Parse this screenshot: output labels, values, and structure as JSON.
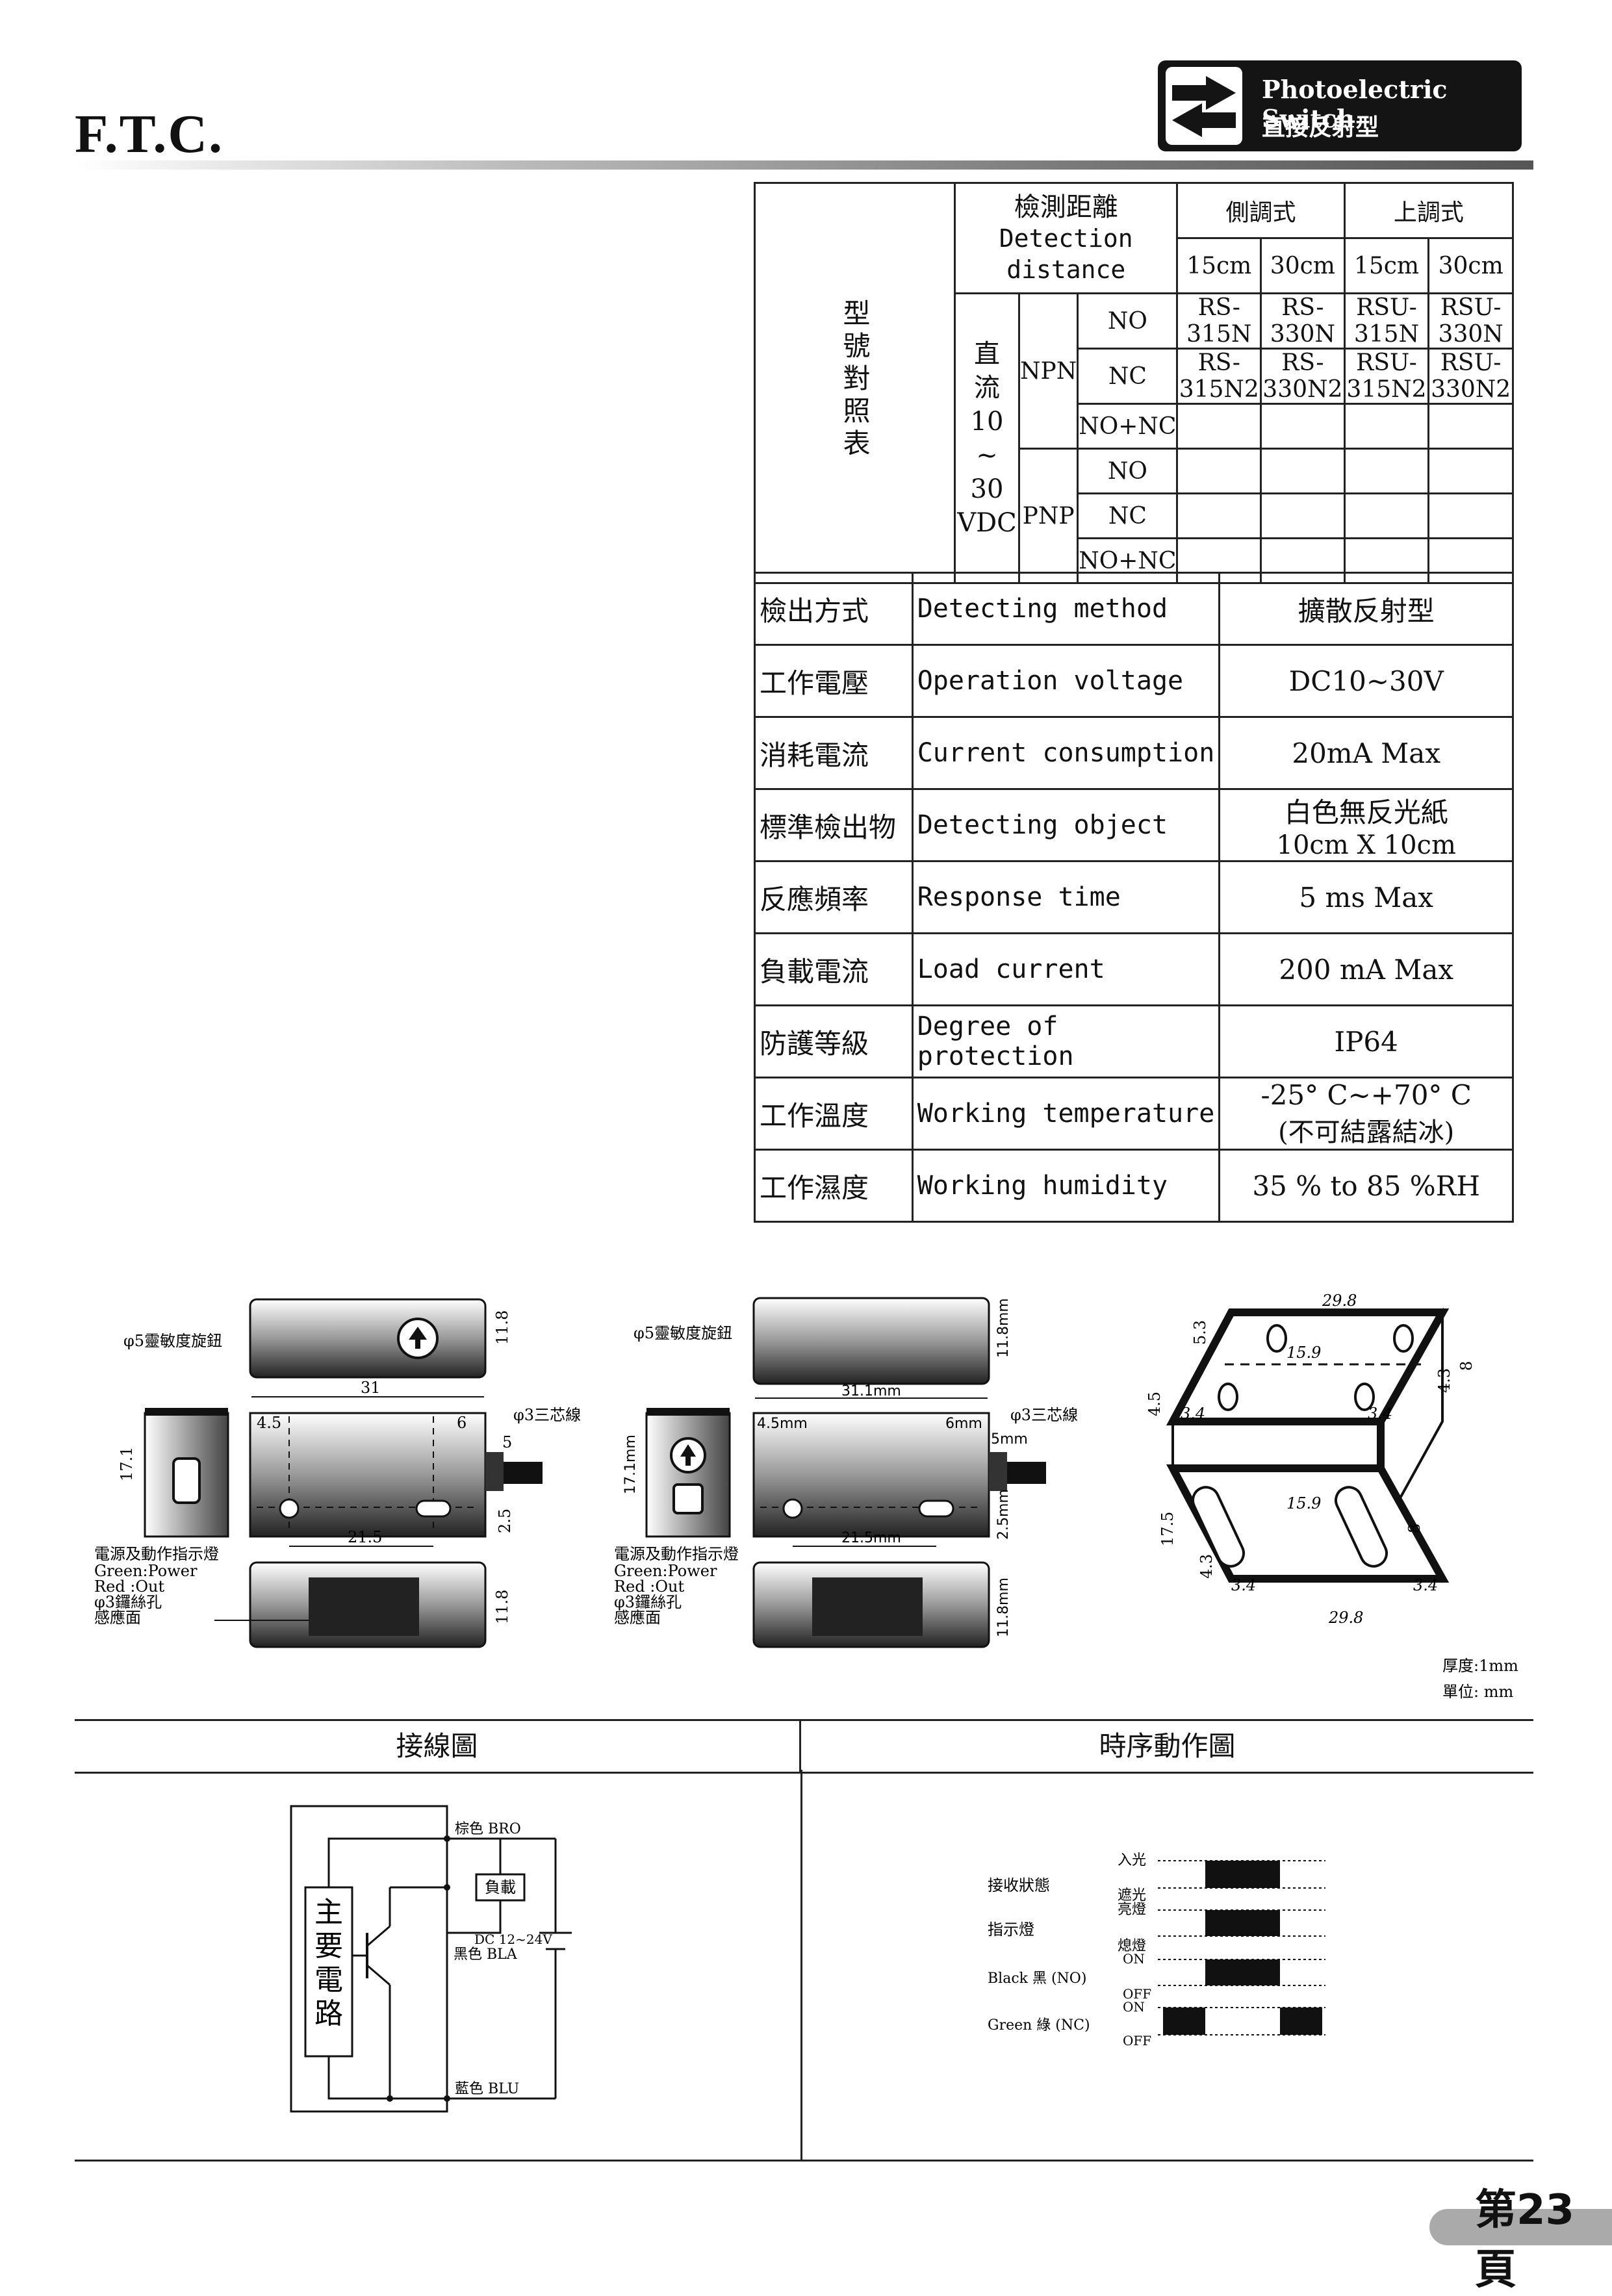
{
  "brand": "F.T.C.",
  "badge": {
    "line1": "Photoelectric Switch",
    "line2": "直接反射型"
  },
  "model_table": {
    "side_label": "型號對照表",
    "head_zh": "檢測距離",
    "head_en1": "Detection",
    "head_en2": "distance",
    "col_group1": "側調式",
    "col_group2": "上調式",
    "dist": [
      "15cm",
      "30cm",
      "15cm",
      "30cm"
    ],
    "power": [
      "直",
      "流",
      "10",
      "~",
      "30",
      "VDC"
    ],
    "npn": "NPN",
    "pnp": "PNP",
    "rows": [
      {
        "type": "NO",
        "m": [
          "RS-315N",
          "RS-330N",
          "RSU-315N",
          "RSU-330N"
        ]
      },
      {
        "type": "NC",
        "m": [
          "RS-315N2",
          "RS-330N2",
          "RSU-315N2",
          "RSU-330N2"
        ]
      },
      {
        "type": "NO+NC",
        "m": [
          "",
          "",
          "",
          ""
        ]
      },
      {
        "type": "NO",
        "m": [
          "",
          "",
          "",
          ""
        ]
      },
      {
        "type": "NC",
        "m": [
          "",
          "",
          "",
          ""
        ]
      },
      {
        "type": "NO+NC",
        "m": [
          "",
          "",
          "",
          ""
        ]
      }
    ]
  },
  "spec_rows": [
    {
      "zh": "檢出方式",
      "en": "Detecting method",
      "v1": "擴散反射型",
      "v2": ""
    },
    {
      "zh": "工作電壓",
      "en": "Operation voltage",
      "v1": "DC10~30V",
      "v2": ""
    },
    {
      "zh": "消耗電流",
      "en": "Current consumption",
      "v1": "20mA  Max",
      "v2": ""
    },
    {
      "zh": "標準檢出物",
      "en": "Detecting object",
      "v1": "白色無反光紙",
      "v2": "10cm X 10cm"
    },
    {
      "zh": "反應頻率",
      "en": "Response time",
      "v1": "5 ms Max",
      "v2": ""
    },
    {
      "zh": "負載電流",
      "en": "Load current",
      "v1": "200 mA  Max",
      "v2": ""
    },
    {
      "zh": "防護等級",
      "en": "Degree of protection",
      "v1": "IP64",
      "v2": ""
    },
    {
      "zh": "工作溫度",
      "en": "Working temperature",
      "v1": "-25° C~+70° C",
      "v2": "(不可結露結冰)"
    },
    {
      "zh": "工作濕度",
      "en": "Working humidity",
      "v1": "35 % to 85 %RH",
      "v2": ""
    }
  ],
  "dims": {
    "knob": "φ5靈敏度旋鈕",
    "wire": "φ3三芯線",
    "led": "電源及動作指示燈",
    "green": "Green:Power",
    "red": "Red  :Out",
    "hole": "φ3鑼絲孔",
    "sense": "感應面",
    "d1": {
      "w": "31",
      "a": "4.5",
      "b": "6",
      "c": "21.5",
      "h": "17.1",
      "t": "11.8",
      "s": "5",
      "r": "2.5"
    },
    "d2": {
      "w": "31.1mm",
      "a": "4.5mm",
      "b": "6mm",
      "c": "21.5mm",
      "h": "17.1mm",
      "t": "11.8mm",
      "s": "5mm",
      "r": "2.5mm"
    },
    "br": {
      "w": "29.8",
      "l": "15.9",
      "a": "5.3",
      "b": "4.5",
      "c": "3.4",
      "d": "8",
      "e": "4.3",
      "f": "17.5"
    },
    "thick": "厚度:1mm",
    "unit": "單位: mm"
  },
  "sections": {
    "wiring": "接線圖",
    "timing": "時序動作圖"
  },
  "wiring": {
    "circuit": [
      "主",
      "要",
      "電",
      "路"
    ],
    "bro": "棕色 BRO",
    "load": "負載",
    "dc": "DC 12~24V",
    "bla": "黑色 BLA",
    "blu": "藍色 BLU"
  },
  "timing": {
    "recv": "接收狀態",
    "ind": "指示燈",
    "black": "Black 黑 (NO)",
    "green": "Green 綠 (NC)",
    "in": "入光",
    "block": "遮光",
    "on_lamp": "亮燈",
    "off_lamp": "熄燈",
    "on": "ON",
    "off": "OFF"
  },
  "page": "第23頁"
}
